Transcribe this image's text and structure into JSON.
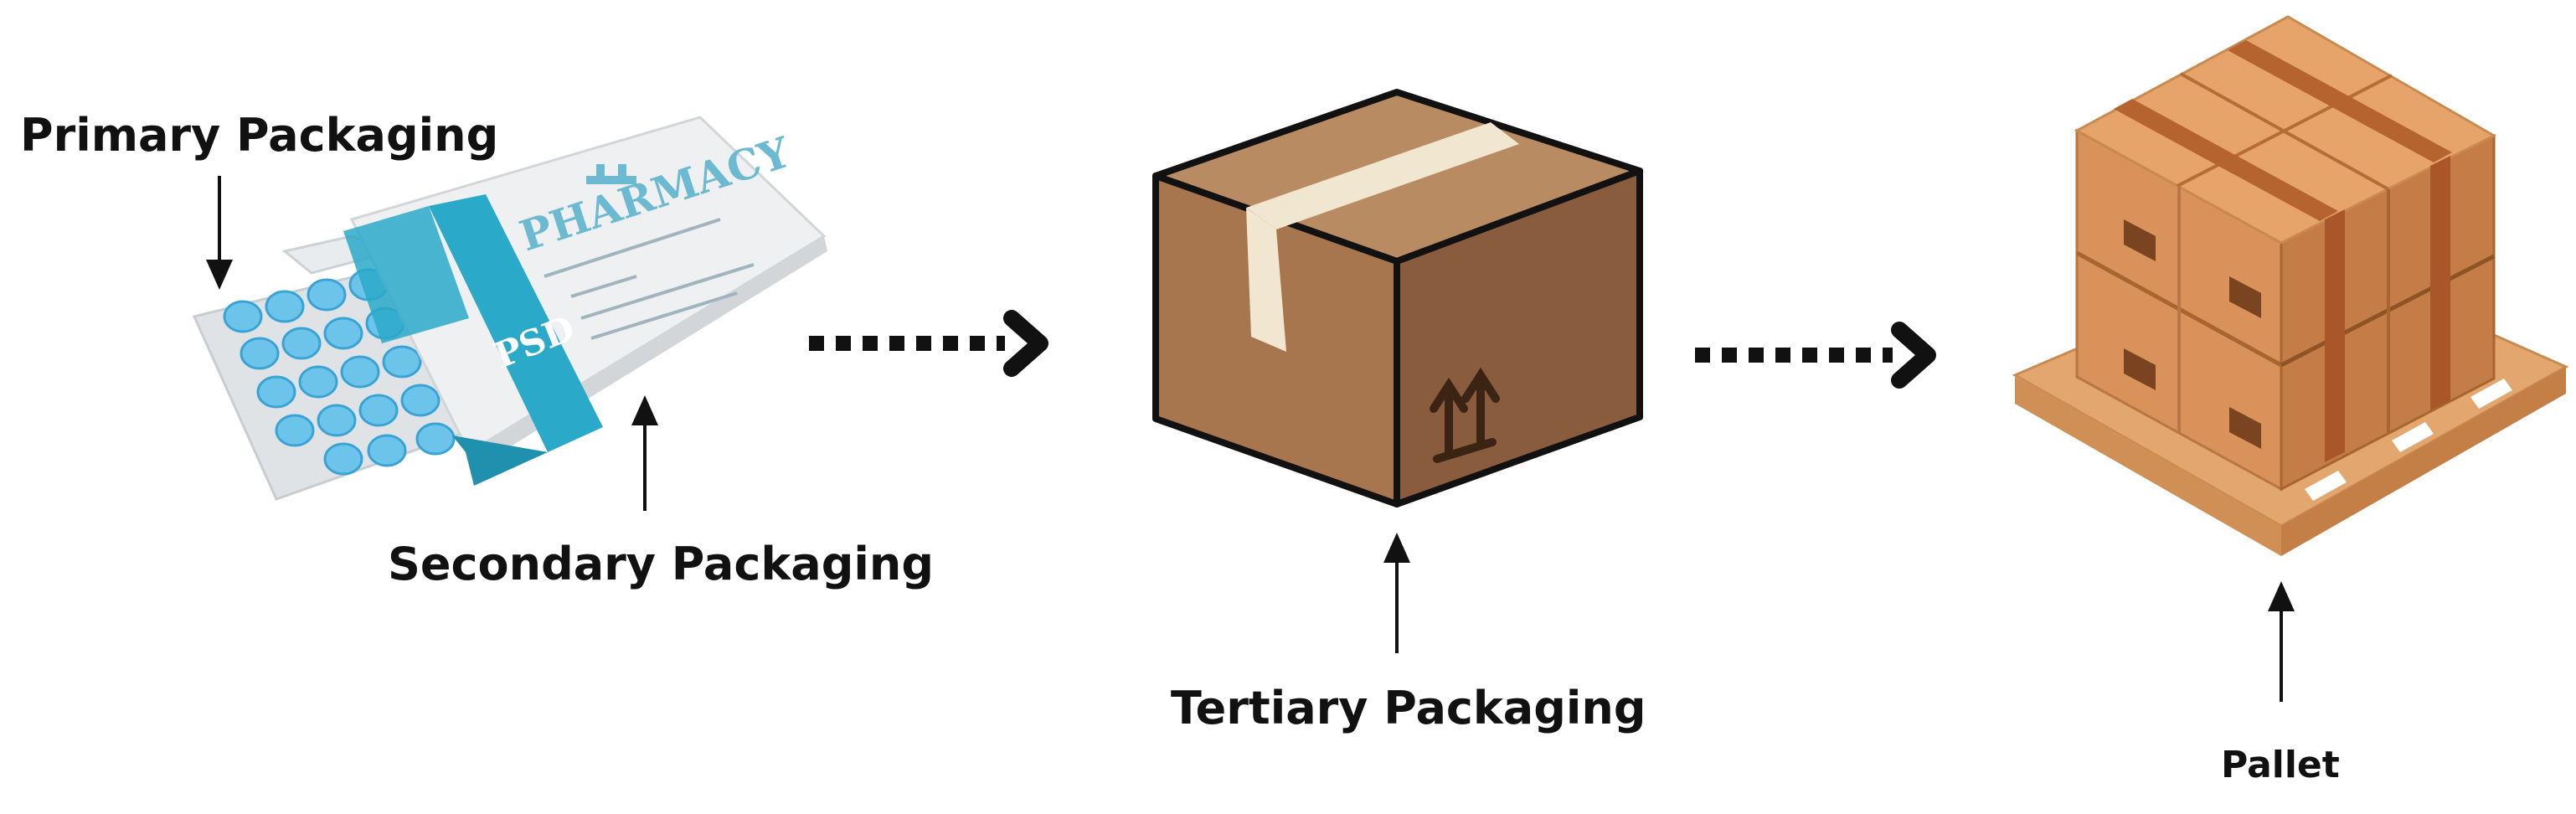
{
  "labels": {
    "primary": "Primary Packaging",
    "secondary": "Secondary Packaging",
    "tertiary": "Tertiary Packaging",
    "pallet": "Pallet"
  },
  "package": {
    "brand": "PHARMACY",
    "badge": "PSD"
  },
  "colors": {
    "text": "#111111",
    "pharmacy_teal": "#2aa9c9",
    "pill_blue": "#6cc4ea",
    "carton_front": "#8a5c3e",
    "carton_side": "#a8764e",
    "carton_top": "#b98b62",
    "tape": "#f1e6cf",
    "pallet_box": "#d8925a",
    "pallet_wood": "#e3a66f"
  },
  "icons": [
    "this-way-up-icon",
    "flow-arrow-icon"
  ]
}
